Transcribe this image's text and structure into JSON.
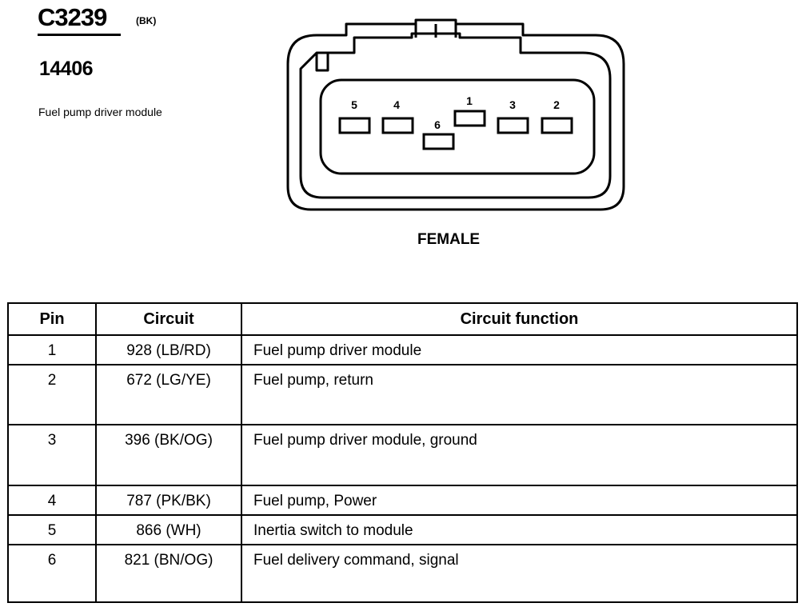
{
  "header": {
    "connector_id": "C3239",
    "connector_color": "(BK)",
    "part_number": "14406",
    "module_name": "Fuel pump driver module"
  },
  "connector": {
    "view_label": "FEMALE",
    "pins": [
      {
        "label": "1"
      },
      {
        "label": "2"
      },
      {
        "label": "3"
      },
      {
        "label": "4"
      },
      {
        "label": "5"
      },
      {
        "label": "6"
      }
    ]
  },
  "table": {
    "headers": {
      "pin": "Pin",
      "circuit": "Circuit",
      "function": "Circuit function"
    },
    "rows": [
      {
        "pin": "1",
        "circuit": "928 (LB/RD)",
        "function": "Fuel pump driver module"
      },
      {
        "pin": "2",
        "circuit": "672 (LG/YE)",
        "function": "Fuel pump, return"
      },
      {
        "pin": "3",
        "circuit": "396 (BK/OG)",
        "function": "Fuel pump driver module, ground"
      },
      {
        "pin": "4",
        "circuit": "787 (PK/BK)",
        "function": "Fuel pump, Power"
      },
      {
        "pin": "5",
        "circuit": "866 (WH)",
        "function": "Inertia switch to module"
      },
      {
        "pin": "6",
        "circuit": "821 (BN/OG)",
        "function": "Fuel delivery command, signal"
      }
    ]
  }
}
